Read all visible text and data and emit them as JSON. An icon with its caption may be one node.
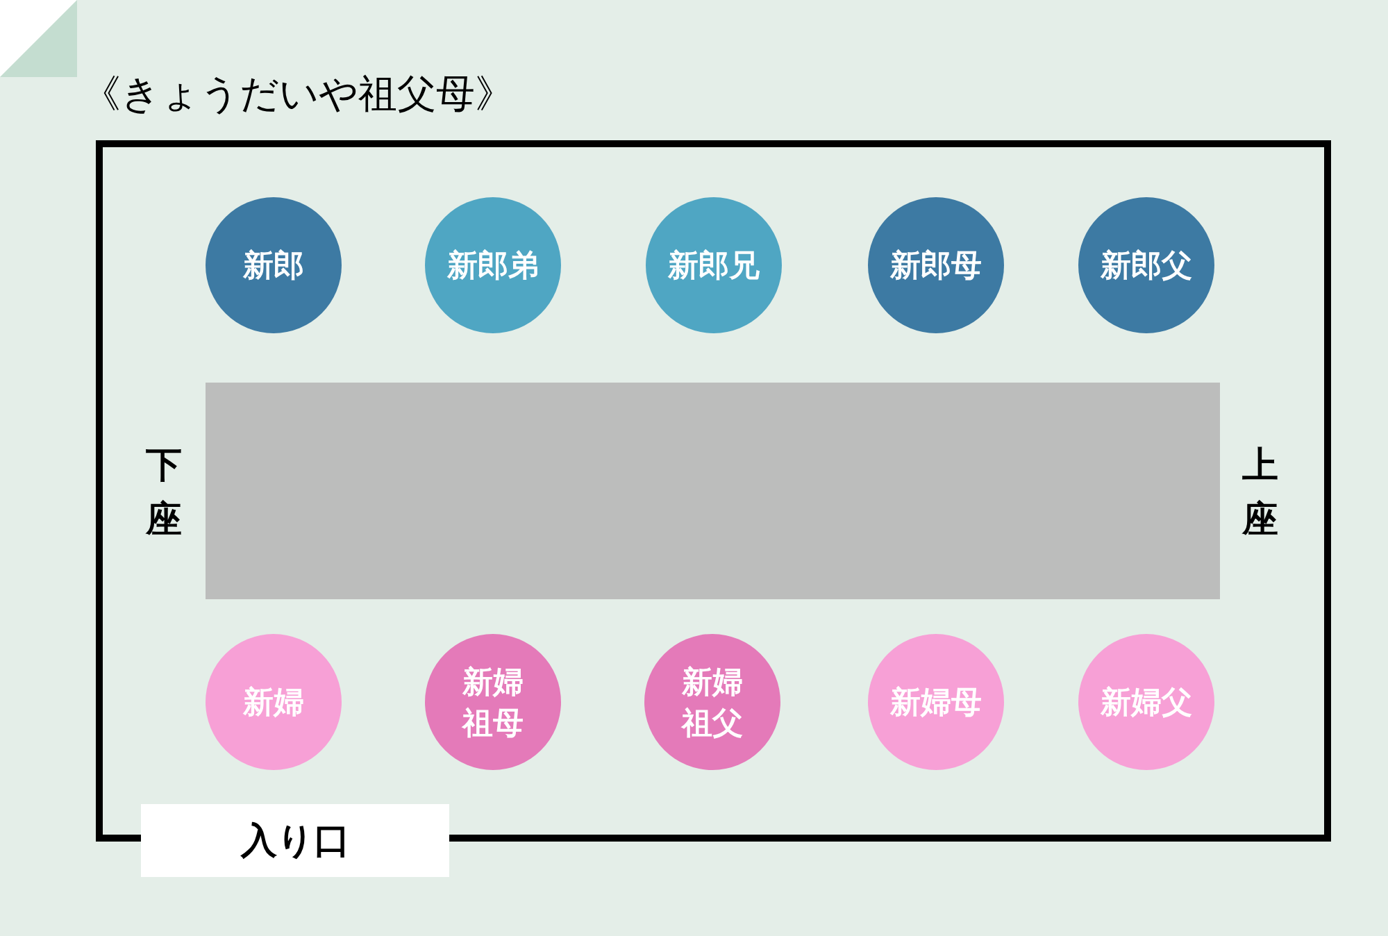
{
  "diagram": {
    "title": "《きょうだいや祖父母》",
    "nodes": [
      {
        "text": [
          "新郎"
        ]
      },
      {
        "text": [
          "新郎弟"
        ]
      },
      {
        "text": [
          "新郎兄"
        ]
      },
      {
        "text": [
          "新郎母"
        ]
      },
      {
        "text": [
          "新郎父"
        ]
      },
      {
        "text": [],
        "shape": "box"
      },
      {
        "text": [
          "新婦"
        ]
      },
      {
        "text": [
          "新婦祖母"
        ]
      },
      {
        "text": [
          "新婦祖父"
        ]
      },
      {
        "text": [
          "新婦母"
        ]
      },
      {
        "text": [
          "新婦父"
        ]
      },
      {
        "text": [
          "入り口"
        ]
      }
    ],
    "labels": [
      "下座",
      "上座"
    ]
  }
}
